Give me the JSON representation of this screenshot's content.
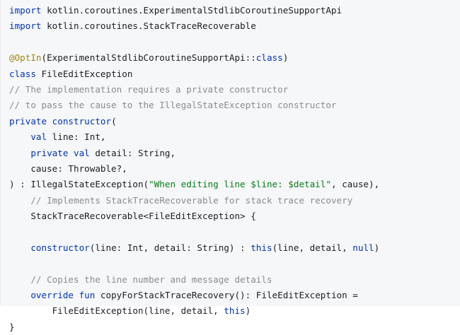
{
  "code": {
    "lines": [
      [
        {
          "t": "kw",
          "v": "import"
        },
        {
          "t": "pn",
          "v": " kotlin.coroutines.ExperimentalStdlibCoroutineSupportApi"
        }
      ],
      [
        {
          "t": "kw",
          "v": "import"
        },
        {
          "t": "pn",
          "v": " kotlin.coroutines.StackTraceRecoverable"
        }
      ],
      [],
      [
        {
          "t": "an",
          "v": "@OptIn"
        },
        {
          "t": "pn",
          "v": "(ExperimentalStdlibCoroutineSupportApi::"
        },
        {
          "t": "kw",
          "v": "class"
        },
        {
          "t": "pn",
          "v": ")"
        }
      ],
      [
        {
          "t": "kw",
          "v": "class"
        },
        {
          "t": "pn",
          "v": " FileEditException"
        }
      ],
      [
        {
          "t": "cm",
          "v": "// The implementation requires a private constructor"
        }
      ],
      [
        {
          "t": "cm",
          "v": "// to pass the cause to the IllegalStateException constructor"
        }
      ],
      [
        {
          "t": "kw",
          "v": "private constructor"
        },
        {
          "t": "pn",
          "v": "("
        }
      ],
      [
        {
          "t": "pn",
          "v": "    "
        },
        {
          "t": "kw",
          "v": "val"
        },
        {
          "t": "pn",
          "v": " line: Int,"
        }
      ],
      [
        {
          "t": "pn",
          "v": "    "
        },
        {
          "t": "kw",
          "v": "private val"
        },
        {
          "t": "pn",
          "v": " detail: String,"
        }
      ],
      [
        {
          "t": "pn",
          "v": "    cause: Throwable?,"
        }
      ],
      [
        {
          "t": "pn",
          "v": ") : IllegalStateException("
        },
        {
          "t": "st",
          "v": "\"When editing line $line: $detail\""
        },
        {
          "t": "pn",
          "v": ", cause),"
        }
      ],
      [
        {
          "t": "pn",
          "v": "    "
        },
        {
          "t": "cm",
          "v": "// Implements StackTraceRecoverable for stack trace recovery"
        }
      ],
      [
        {
          "t": "pn",
          "v": "    StackTraceRecoverable<FileEditException> {"
        }
      ],
      [],
      [
        {
          "t": "pn",
          "v": "    "
        },
        {
          "t": "kw",
          "v": "constructor"
        },
        {
          "t": "pn",
          "v": "(line: Int, detail: String) : "
        },
        {
          "t": "kw",
          "v": "this"
        },
        {
          "t": "pn",
          "v": "(line, detail, "
        },
        {
          "t": "kw",
          "v": "null"
        },
        {
          "t": "pn",
          "v": ")"
        }
      ],
      [],
      [
        {
          "t": "pn",
          "v": "    "
        },
        {
          "t": "cm",
          "v": "// Copies the line number and message details"
        }
      ],
      [
        {
          "t": "pn",
          "v": "    "
        },
        {
          "t": "kw",
          "v": "override fun"
        },
        {
          "t": "pn",
          "v": " copyForStackTraceRecovery(): FileEditException ="
        }
      ],
      [
        {
          "t": "pn",
          "v": "        FileEditException(line, detail, "
        },
        {
          "t": "kw",
          "v": "this"
        },
        {
          "t": "pn",
          "v": ")"
        }
      ],
      [
        {
          "t": "pn",
          "v": "}"
        }
      ]
    ]
  },
  "colors": {
    "background": "#f6f7f9",
    "keyword": "#0033b3",
    "comment": "#8c8c8c",
    "annotation": "#9e880d",
    "string": "#067d17",
    "plain": "#1a1d24"
  }
}
